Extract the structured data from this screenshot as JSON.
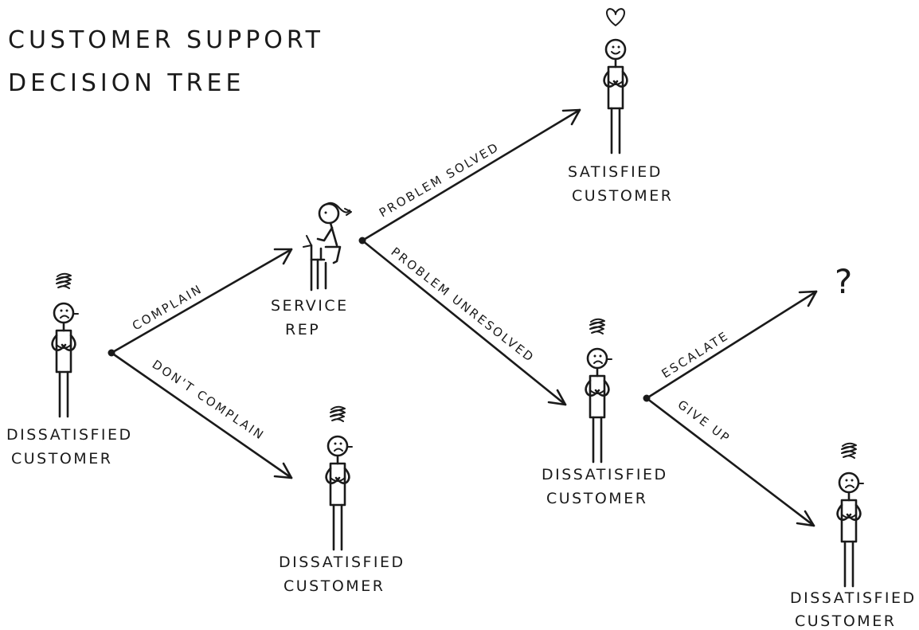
{
  "title": {
    "line1": "CUSTOMER SUPPORT",
    "line2": "DECISION TREE"
  },
  "nodes": {
    "start": {
      "line1": "DISSATISFIED",
      "line2": "CUSTOMER",
      "mood": "frustrated"
    },
    "rep": {
      "line1": "SERVICE",
      "line2": "REP"
    },
    "no_complaint": {
      "line1": "DISSATISFIED",
      "line2": "CUSTOMER",
      "mood": "frustrated"
    },
    "satisfied": {
      "line1": "SATISFIED",
      "line2": "CUSTOMER",
      "mood": "happy"
    },
    "unresolved": {
      "line1": "DISSATISFIED",
      "line2": "CUSTOMER",
      "mood": "frustrated"
    },
    "escalated": {
      "glyph": "?"
    },
    "gave_up": {
      "line1": "DISSATISFIED",
      "line2": "CUSTOMER",
      "mood": "frustrated"
    }
  },
  "edges": {
    "complain": "COMPLAIN",
    "dont_complain": "DON'T COMPLAIN",
    "problem_solved": "PROBLEM SOLVED",
    "problem_unresolved": "PROBLEM UNRESOLVED",
    "escalate": "ESCALATE",
    "give_up": "GIVE UP"
  },
  "icons": {
    "frustration": "scribble-icon",
    "love": "heart-icon",
    "unknown": "question-mark-icon"
  }
}
